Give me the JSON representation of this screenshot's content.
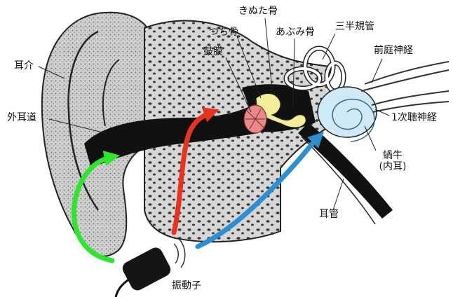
{
  "labels": {
    "kinuta": "きぬた骨",
    "tsuchi": "つち骨",
    "abumi": "あぶみ骨",
    "sanhan": "三半規管",
    "komaku": "鼓膜",
    "zentei": "前庭神経",
    "jikai": "耳介",
    "gaijidou": "外耳道",
    "choushinkei": "1次聴神経",
    "kagyu_line1": "蝸牛",
    "kagyu_line2": "(内耳)",
    "jikan": "耳管",
    "shindoushi": "振動子"
  },
  "colors": {
    "bone_stipple": "#b8b8b8",
    "canal": "#111111",
    "ossicle": "#f4ee9a",
    "eardrum": "#e88a8a",
    "cochlea": "#cfe9f6",
    "arrow_green": "#2ee62e",
    "arrow_red": "#e8331f",
    "arrow_blue": "#2b8fd0",
    "vibrator": "#151515"
  },
  "icons": {
    "vibrator": "vibrator-icon"
  }
}
